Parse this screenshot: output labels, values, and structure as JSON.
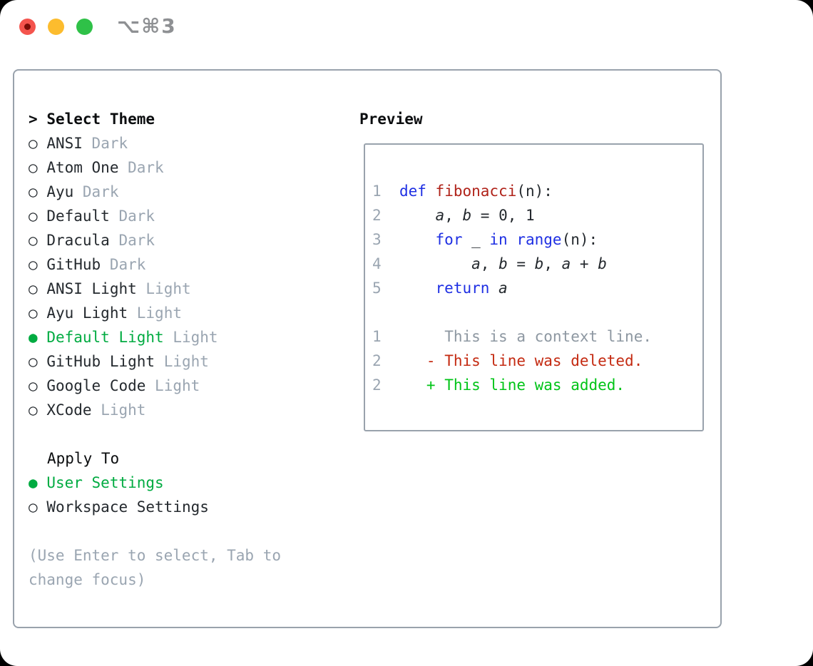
{
  "window": {
    "title": "⌥⌘3"
  },
  "theme_picker": {
    "prompt": ">",
    "heading": "Select Theme",
    "radio_selected": "●",
    "radio_unselected": "○",
    "items": [
      {
        "name": "ANSI",
        "variant": "Dark",
        "selected": false
      },
      {
        "name": "Atom One",
        "variant": "Dark",
        "selected": false
      },
      {
        "name": "Ayu",
        "variant": "Dark",
        "selected": false
      },
      {
        "name": "Default",
        "variant": "Dark",
        "selected": false
      },
      {
        "name": "Dracula",
        "variant": "Dark",
        "selected": false
      },
      {
        "name": "GitHub",
        "variant": "Dark",
        "selected": false
      },
      {
        "name": "ANSI Light",
        "variant": "Light",
        "selected": false
      },
      {
        "name": "Ayu Light",
        "variant": "Light",
        "selected": false
      },
      {
        "name": "Default Light",
        "variant": "Light",
        "selected": true
      },
      {
        "name": "GitHub Light",
        "variant": "Light",
        "selected": false
      },
      {
        "name": "Google Code",
        "variant": "Light",
        "selected": false
      },
      {
        "name": "XCode",
        "variant": "Light",
        "selected": false
      }
    ]
  },
  "apply_to": {
    "heading": "Apply To",
    "options": [
      {
        "label": "User Settings",
        "selected": true
      },
      {
        "label": "Workspace Settings",
        "selected": false
      }
    ]
  },
  "help": {
    "lines": [
      "(Use Enter to select, Tab to",
      "change focus)"
    ]
  },
  "preview": {
    "title": "Preview",
    "code_lines": [
      {
        "number": "1",
        "tokens": [
          {
            "text": "def",
            "type": "keyword"
          },
          {
            "text": " ",
            "type": "plain"
          },
          {
            "text": "fibonacci",
            "type": "function"
          },
          {
            "text": "(n):",
            "type": "plain"
          }
        ]
      },
      {
        "number": "2",
        "tokens": [
          {
            "text": "    ",
            "type": "plain"
          },
          {
            "text": "a",
            "type": "variable"
          },
          {
            "text": ", ",
            "type": "plain"
          },
          {
            "text": "b",
            "type": "variable"
          },
          {
            "text": " = 0, 1",
            "type": "plain"
          }
        ]
      },
      {
        "number": "3",
        "tokens": [
          {
            "text": "    ",
            "type": "plain"
          },
          {
            "text": "for",
            "type": "keyword"
          },
          {
            "text": " _ ",
            "type": "plain"
          },
          {
            "text": "in",
            "type": "keyword"
          },
          {
            "text": " ",
            "type": "plain"
          },
          {
            "text": "range",
            "type": "keyword"
          },
          {
            "text": "(n):",
            "type": "plain"
          }
        ]
      },
      {
        "number": "4",
        "tokens": [
          {
            "text": "        ",
            "type": "plain"
          },
          {
            "text": "a",
            "type": "variable"
          },
          {
            "text": ", ",
            "type": "plain"
          },
          {
            "text": "b",
            "type": "variable"
          },
          {
            "text": " = ",
            "type": "plain"
          },
          {
            "text": "b",
            "type": "variable"
          },
          {
            "text": ", ",
            "type": "plain"
          },
          {
            "text": "a",
            "type": "variable"
          },
          {
            "text": " + ",
            "type": "plain"
          },
          {
            "text": "b",
            "type": "variable"
          }
        ]
      },
      {
        "number": "5",
        "tokens": [
          {
            "text": "    ",
            "type": "plain"
          },
          {
            "text": "return",
            "type": "keyword"
          },
          {
            "text": " ",
            "type": "plain"
          },
          {
            "text": "a",
            "type": "variable"
          }
        ]
      }
    ],
    "diff_lines": [
      {
        "number": "1",
        "marker": " ",
        "text": "This is a context line.",
        "kind": "context"
      },
      {
        "number": "2",
        "marker": "-",
        "text": "This line was deleted.",
        "kind": "deleted"
      },
      {
        "number": "2",
        "marker": "+",
        "text": "This line was added.",
        "kind": "added"
      }
    ]
  },
  "colors": {
    "accent-green": "#00ab41",
    "diff-added-green": "#00c417",
    "diff-deleted-red": "#c42a11",
    "syntax-keyword-blue": "#1e2fe3",
    "syntax-function-red": "#b0231a",
    "muted-gray": "#9aa5b1",
    "context-gray": "#8d97a1",
    "text-dark": "#24292e",
    "heading-black": "#0b0d0f",
    "border-gray": "#99a2ac",
    "titlebar-gray": "#8e9093",
    "traffic-red": "#f4544d",
    "traffic-red-dot": "#7a0d07",
    "traffic-yellow": "#fcbc2e",
    "traffic-green": "#2fc148",
    "window-bg": "#ffffff"
  }
}
